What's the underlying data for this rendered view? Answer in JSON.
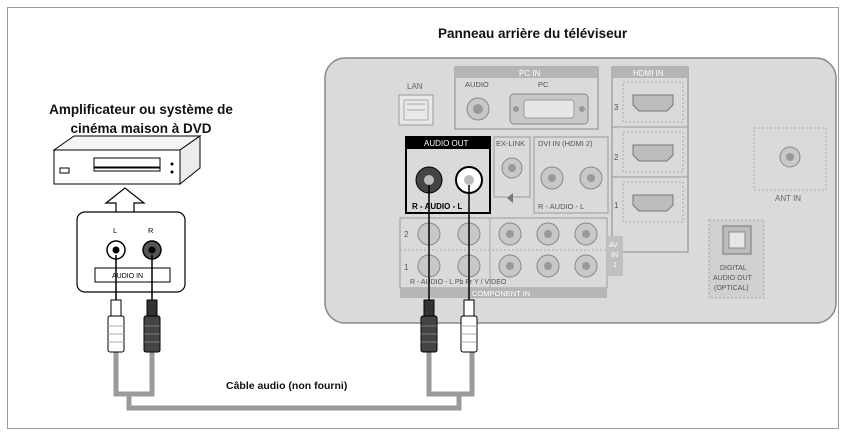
{
  "titles": {
    "tv_panel": "Panneau arrière du téléviseur",
    "amp_line1": "Amplificateur ou système de",
    "amp_line2": "cinéma maison à DVD",
    "cable": "Câble audio (non fourni)"
  },
  "tv": {
    "lan": "LAN",
    "pc_in": "PC IN",
    "pc_audio": "AUDIO",
    "pc_pc": "PC",
    "hdmi_in": "HDMI IN",
    "hdmi_nums": [
      "3",
      "2",
      "1"
    ],
    "audio_out": "AUDIO OUT",
    "audio_out_sub": "R - AUDIO - L",
    "ex_link": "EX-LINK",
    "dvi_in": "DVI IN (HDMI 2)",
    "dvi_sub": "R - AUDIO - L",
    "row_nums": [
      "2",
      "1"
    ],
    "component_sub": "R - AUDIO - L     Pb     Pr     Y / VIDEO",
    "component_in": "COMPONENT IN",
    "av_in": [
      "AV",
      "IN",
      "1"
    ],
    "ant_in": "ANT IN",
    "digital": [
      "DIGITAL",
      "AUDIO OUT",
      "(OPTICAL)"
    ]
  },
  "amp": {
    "l": "L",
    "r": "R",
    "audio_in": "AUDIO IN"
  },
  "colors": {
    "panel": "#d9d9d9",
    "panel_border": "#8c8c8c",
    "cable": "#9a9a9a",
    "highlight_box": "#000000"
  }
}
